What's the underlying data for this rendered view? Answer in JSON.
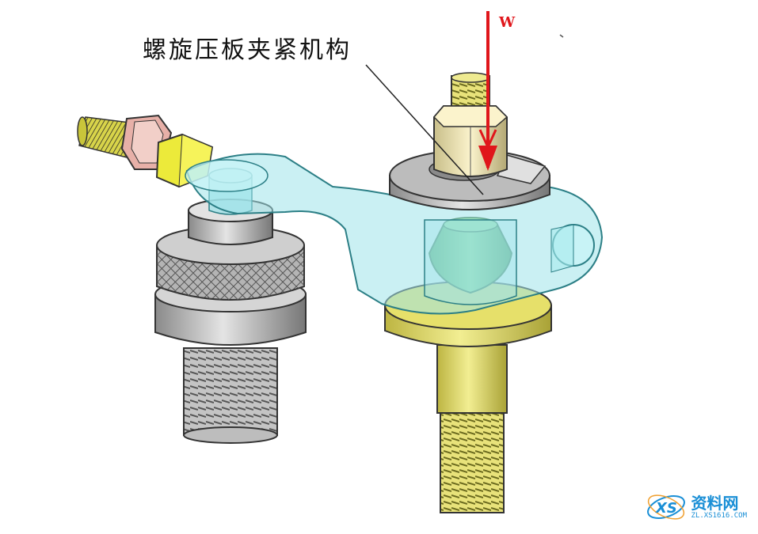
{
  "title": "螺旋压板夹紧机构",
  "force_label": "W",
  "watermark": {
    "name": "资料网",
    "url": "ZL.XS1616.COM",
    "logo_text": "XS"
  },
  "colors": {
    "bolt_yellow": "#e8e27a",
    "clamp_plate_cyan": "#9fe3ea",
    "washer_grey": "#9c9c9c",
    "support_green": "#5fbf5a",
    "force_arrow_red": "#e0161b",
    "watermark_blue": "#1a8fd6"
  }
}
